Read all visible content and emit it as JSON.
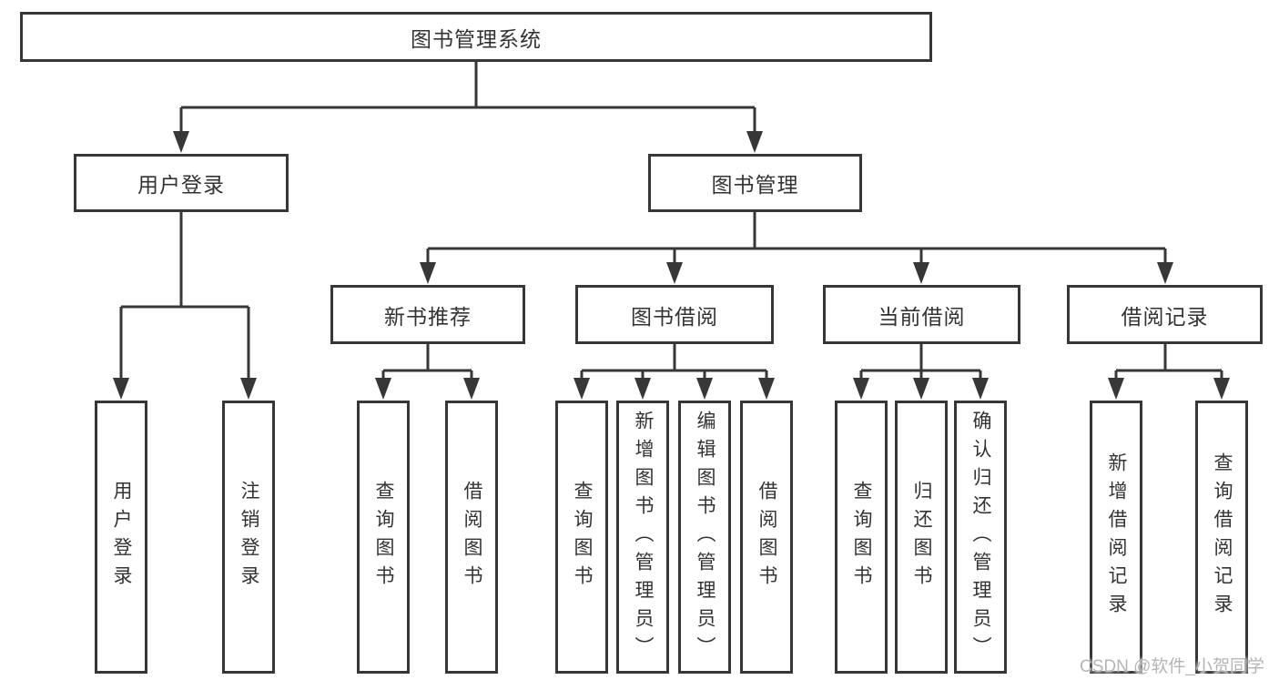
{
  "colors": {
    "line": "#373737",
    "box_border": "#373737",
    "text": "#333333",
    "watermark": "#b5b5b5",
    "background": "#ffffff"
  },
  "nodes": {
    "root": {
      "label": "图书管理系统"
    },
    "user_login": {
      "label": "用户登录"
    },
    "book_mgmt": {
      "label": "图书管理"
    },
    "new_book": {
      "label": "新书推荐"
    },
    "book_borrow": {
      "label": "图书借阅"
    },
    "current_borrow": {
      "label": "当前借阅"
    },
    "borrow_records": {
      "label": "借阅记录"
    },
    "leaf_user_login": {
      "label": "用户登录"
    },
    "leaf_logout": {
      "label": "注销登录"
    },
    "leaf_nb_query": {
      "label": "查询图书"
    },
    "leaf_nb_borrow": {
      "label": "借阅图书"
    },
    "leaf_bw_query": {
      "label": "查询图书"
    },
    "leaf_bw_add": {
      "label": "新增图书（管理员）"
    },
    "leaf_bw_edit": {
      "label": "编辑图书（管理员）"
    },
    "leaf_bw_borrow": {
      "label": "借阅图书"
    },
    "leaf_cb_query": {
      "label": "查询图书"
    },
    "leaf_cb_return": {
      "label": "归还图书"
    },
    "leaf_cb_confirm": {
      "label": "确认归还（管理员）"
    },
    "leaf_rc_add": {
      "label": "新增借阅记录"
    },
    "leaf_rc_query": {
      "label": "查询借阅记录"
    }
  },
  "watermark": {
    "text": "CSDN @软件_小贺同学"
  }
}
